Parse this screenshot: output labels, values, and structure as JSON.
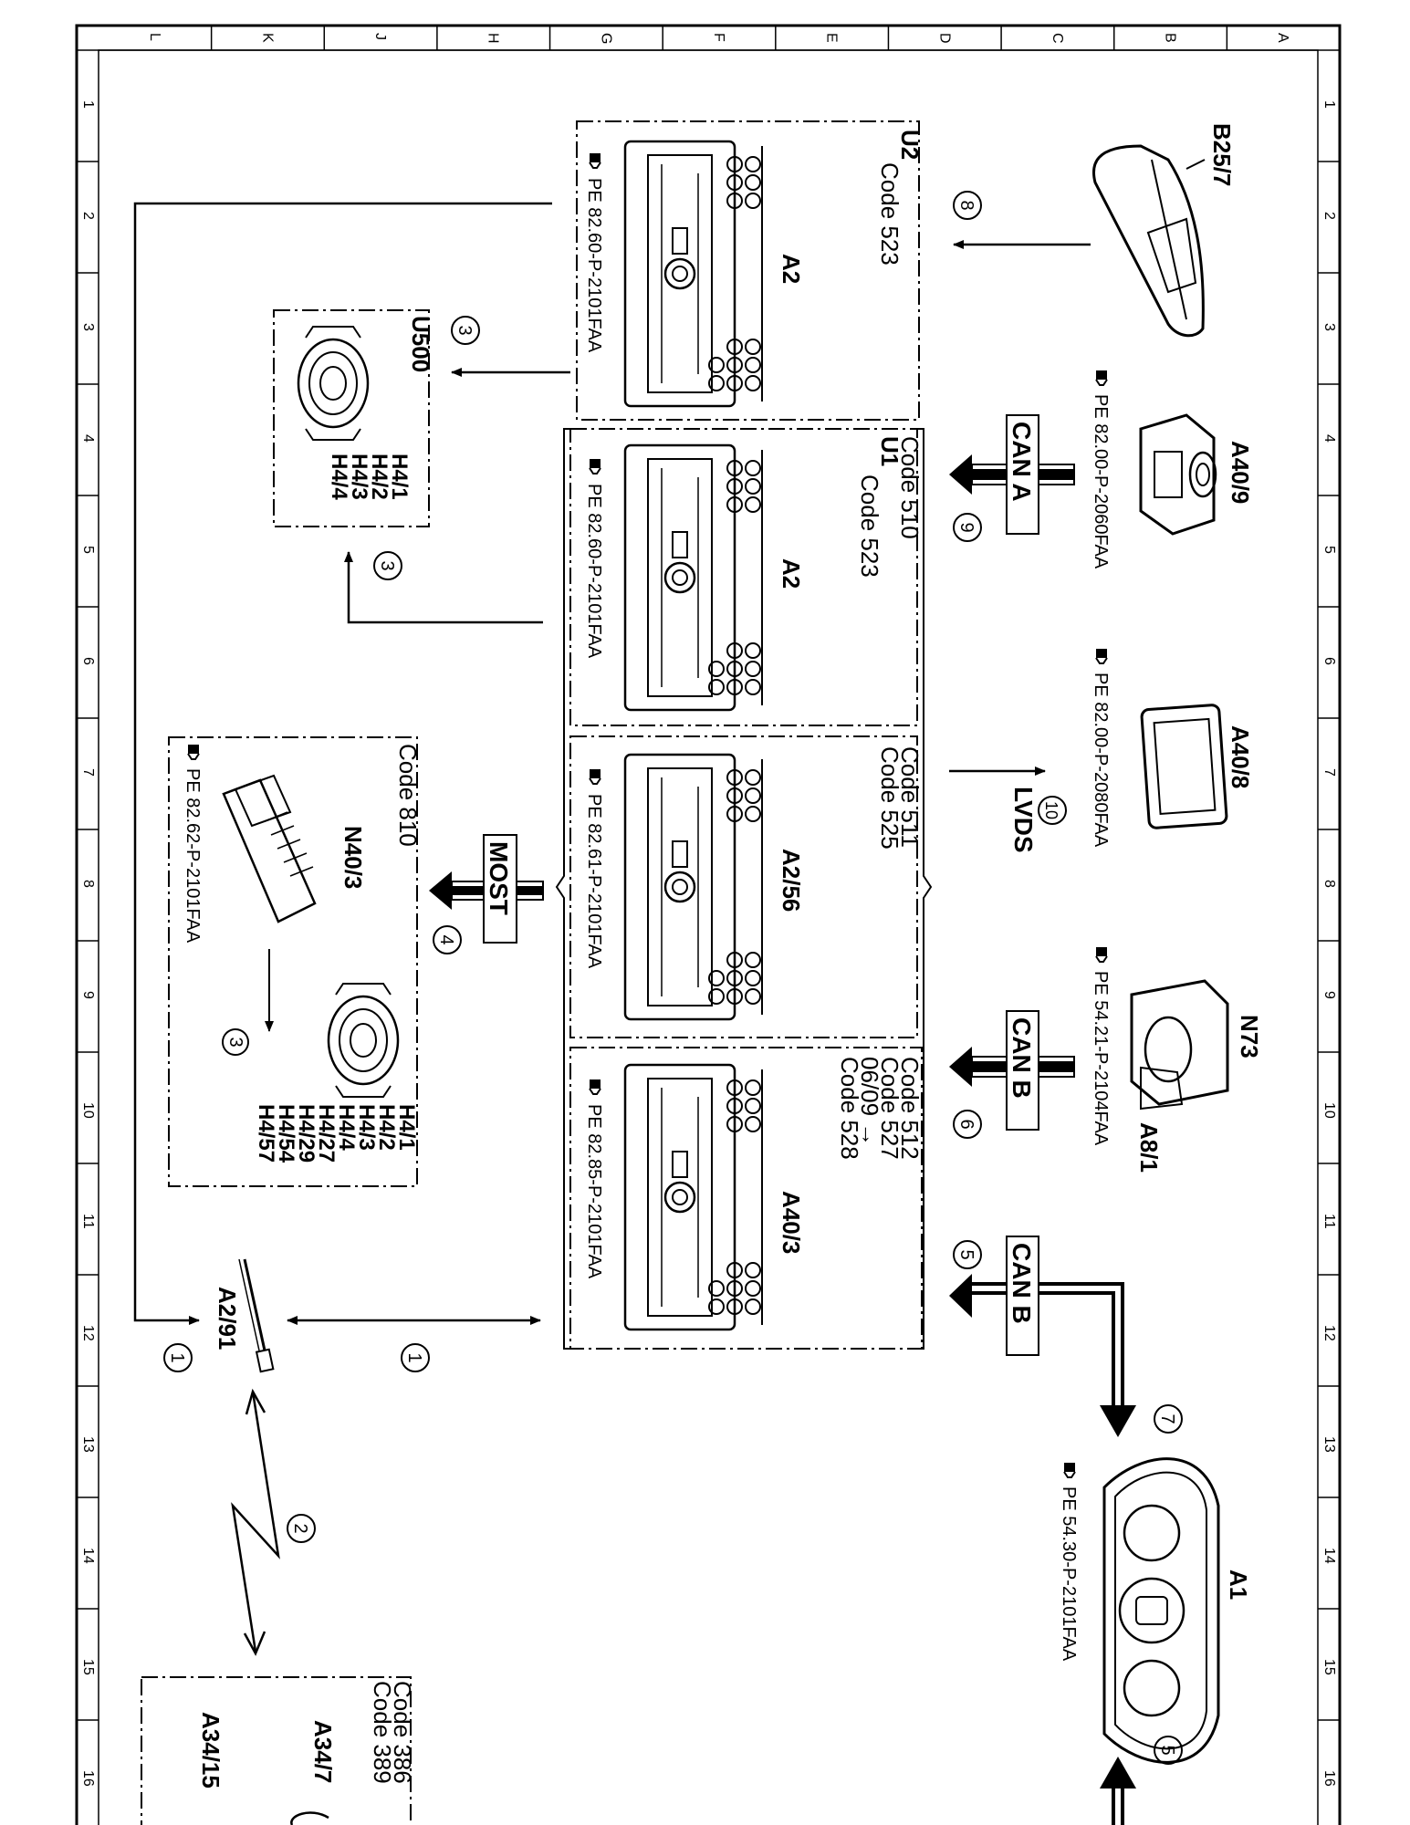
{
  "grid": {
    "columns": [
      "A",
      "B",
      "C",
      "D",
      "E",
      "F",
      "G",
      "H",
      "J",
      "K",
      "L"
    ],
    "rows": [
      "1",
      "2",
      "3",
      "4",
      "5",
      "6",
      "7",
      "8",
      "9",
      "10",
      "11",
      "12",
      "13",
      "14",
      "15",
      "16"
    ]
  },
  "components": {
    "b25_7": {
      "label": "B25/7"
    },
    "a40_9": {
      "label": "A40/9",
      "ref": "PE 82.00-P-2060FAA"
    },
    "a40_8": {
      "label": "A40/8",
      "ref": "PE 82.00-P-2080FAA"
    },
    "n73": {
      "label": "N73",
      "sub": "A8/1",
      "ref": "PE 54.21-P-2104FAA"
    },
    "a1": {
      "label": "A1",
      "ref": "PE 54.30-P-2101FAA"
    }
  },
  "units": {
    "u2": {
      "title": "U2",
      "code": "Code 523",
      "device": "A2",
      "ref": "PE 82.60-P-2101FAA"
    },
    "u1": {
      "code_top": "Code 510",
      "title": "U1",
      "code": "Code 523",
      "device": "A2",
      "ref": "PE 82.60-P-2101FAA"
    },
    "u3": {
      "code1": "Code 511",
      "code2": "Code 525",
      "device": "A2/56",
      "ref": "PE 82.61-P-2101FAA"
    },
    "u4": {
      "code1": "Code 512",
      "code2": "Code 527",
      "code3": "06/09 →",
      "code4": "Code 528",
      "device": "A40/3",
      "ref": "PE 82.85-P-2101FAA"
    }
  },
  "u500": {
    "title": "U500",
    "items": [
      "H4/1",
      "H4/2",
      "H4/3",
      "H4/4"
    ]
  },
  "n40": {
    "code": "Code 810",
    "label": "N40/3",
    "ref": "PE 82.62-P-2101FAA",
    "items": [
      "H4/1",
      "H4/2",
      "H4/3",
      "H4/4",
      "H4/27",
      "H4/29",
      "H4/54",
      "H4/57"
    ]
  },
  "a2_91": {
    "label": "A2/91"
  },
  "a34": {
    "code1": "Code 386",
    "code2": "Code 389",
    "label1": "A34/7",
    "label2": "A34/15"
  },
  "buses": {
    "can_a": "CAN A",
    "can_b": "CAN B",
    "most": "MOST",
    "lvds": "LVDS"
  },
  "callouts": {
    "n1": "1",
    "n2": "2",
    "n3": "3",
    "n4": "4",
    "n5": "5",
    "n6": "6",
    "n7": "7",
    "n8": "8",
    "n9": "9",
    "n10": "10"
  }
}
